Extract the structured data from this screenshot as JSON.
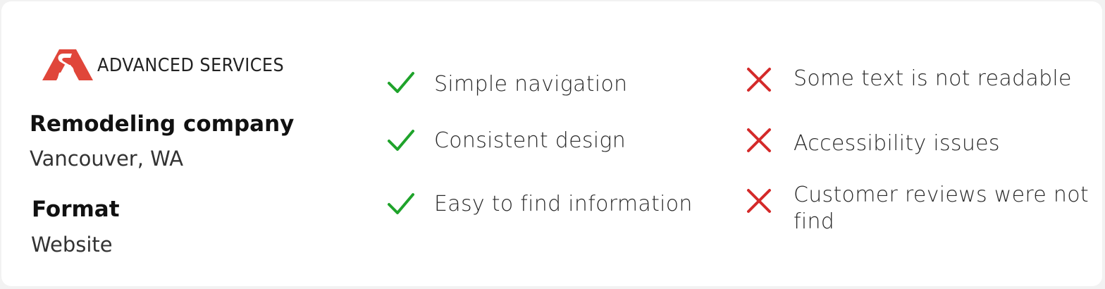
{
  "brand": {
    "name": "ADVANCED SERVICES",
    "accent_color": "#e0463a"
  },
  "company": {
    "heading": "Remodeling company",
    "location": "Vancouver, WA"
  },
  "format": {
    "heading": "Format",
    "value": "Website"
  },
  "pros": {
    "icon": "check-icon",
    "color": "#1fa32b",
    "items": [
      "Simple navigation",
      "Consistent design",
      "Easy to find information"
    ]
  },
  "cons": {
    "icon": "cross-icon",
    "color": "#d42a2a",
    "items": [
      "Some text is not readable",
      "Accessibility issues",
      "Customer reviews were not find"
    ]
  }
}
